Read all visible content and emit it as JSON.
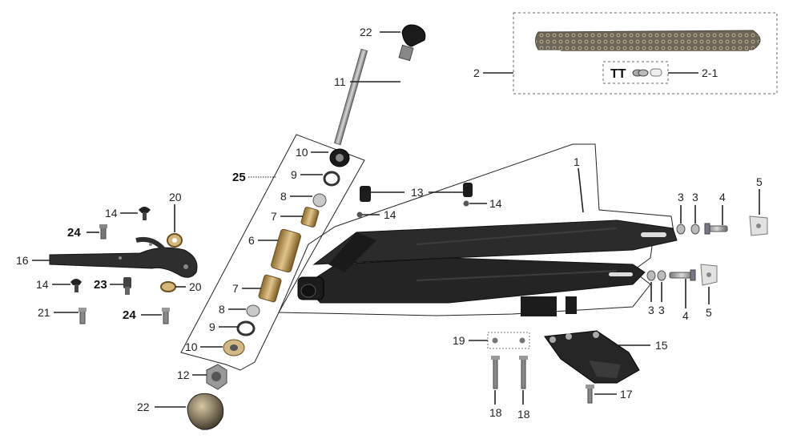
{
  "colors": {
    "background": "#ffffff",
    "part_dark": "#2a2a2a",
    "metal": "#b8b8b8",
    "bronze": "#c2a05a",
    "rubber": "#1e1e1e"
  },
  "callouts": [
    {
      "id": "c22a",
      "text": "22"
    },
    {
      "id": "c11",
      "text": "11"
    },
    {
      "id": "c2",
      "text": "2"
    },
    {
      "id": "c2_1",
      "text": "2-1"
    },
    {
      "id": "c1",
      "text": "1"
    },
    {
      "id": "c25",
      "text": "25"
    },
    {
      "id": "c10a",
      "text": "10"
    },
    {
      "id": "c9a",
      "text": "9"
    },
    {
      "id": "c8a",
      "text": "8"
    },
    {
      "id": "c7a",
      "text": "7"
    },
    {
      "id": "c6",
      "text": "6"
    },
    {
      "id": "c7b",
      "text": "7"
    },
    {
      "id": "c8b",
      "text": "8"
    },
    {
      "id": "c9b",
      "text": "9"
    },
    {
      "id": "c10b",
      "text": "10"
    },
    {
      "id": "c12",
      "text": "12"
    },
    {
      "id": "c22b",
      "text": "22"
    },
    {
      "id": "c13",
      "text": "13"
    },
    {
      "id": "c14a",
      "text": "14"
    },
    {
      "id": "c14b",
      "text": "14"
    },
    {
      "id": "c14c",
      "text": "14"
    },
    {
      "id": "c14d",
      "text": "14"
    },
    {
      "id": "c20a",
      "text": "20"
    },
    {
      "id": "c20b",
      "text": "20"
    },
    {
      "id": "c24a",
      "text": "24"
    },
    {
      "id": "c24b",
      "text": "24"
    },
    {
      "id": "c16",
      "text": "16"
    },
    {
      "id": "c23",
      "text": "23"
    },
    {
      "id": "c21",
      "text": "21"
    },
    {
      "id": "c3a",
      "text": "3"
    },
    {
      "id": "c3b",
      "text": "3"
    },
    {
      "id": "c4a",
      "text": "4"
    },
    {
      "id": "c5a",
      "text": "5"
    },
    {
      "id": "c3c",
      "text": "3"
    },
    {
      "id": "c3d",
      "text": "3"
    },
    {
      "id": "c4b",
      "text": "4"
    },
    {
      "id": "c5b",
      "text": "5"
    },
    {
      "id": "c19",
      "text": "19"
    },
    {
      "id": "c15",
      "text": "15"
    },
    {
      "id": "c17",
      "text": "17"
    },
    {
      "id": "c18a",
      "text": "18"
    },
    {
      "id": "c18b",
      "text": "18"
    }
  ],
  "chain_kit_text": "TT"
}
